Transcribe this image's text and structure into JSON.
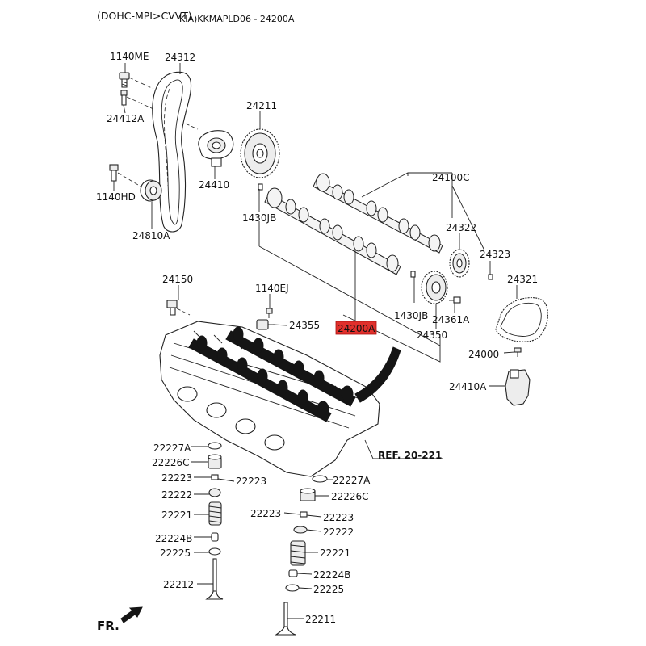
{
  "header": {
    "engine": "(DOHC-MPI>CVVT)",
    "catalog_code": "KIA)KKMAPLD06 - 24200A"
  },
  "highlight_color": "#e0302c",
  "labels": {
    "p1140ME": "1140ME",
    "p24312": "24312",
    "p24412A": "24412A",
    "p24211": "24211",
    "p1140HD": "1140HD",
    "p24410": "24410",
    "p24810A": "24810A",
    "p24100C": "24100C",
    "p1430JB_top": "1430JB",
    "p24322": "24322",
    "p24323": "24323",
    "p24321": "24321",
    "p24150": "24150",
    "p1140EJ": "1140EJ",
    "p24355": "24355",
    "p24200A": "24200A",
    "p1430JB_mid": "1430JB",
    "p24361A": "24361A",
    "p24350": "24350",
    "p24000": "24000",
    "p24410A": "24410A",
    "ref": "REF. 20-221",
    "l22227A": "22227A",
    "l22226C": "22226C",
    "l22223": "22223",
    "l22223b": "22223",
    "l22222": "22222",
    "l22221": "22221",
    "l22224B": "22224B",
    "l22225": "22225",
    "l22212": "22212",
    "r22227A": "22227A",
    "r22226C": "22226C",
    "r22223": "22223",
    "r22223b": "22223",
    "r22222": "22222",
    "r22221": "22221",
    "r22224B": "22224B",
    "r22225": "22225",
    "r22211": "22211",
    "front": "FR."
  }
}
